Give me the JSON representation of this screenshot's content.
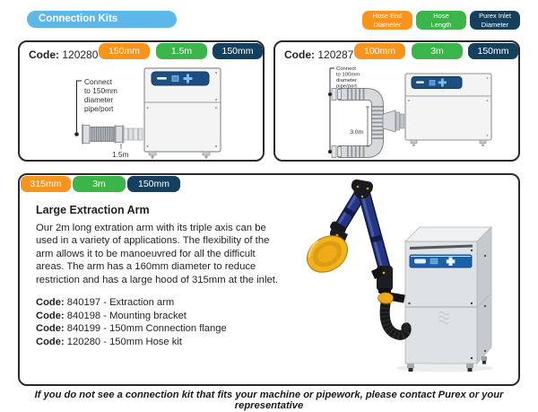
{
  "header": {
    "title": "Connection Kits",
    "legend": [
      {
        "line1": "Hose End",
        "line2": "Diameter"
      },
      {
        "line1": "Hose",
        "line2": "Length"
      },
      {
        "line1": "Purex Inlet",
        "line2": "Diameter"
      }
    ]
  },
  "colors": {
    "orange": "#F7941E",
    "green": "#3BB54A",
    "navy": "#14405E",
    "light_blue": "#5CB8E8",
    "panel_blue": "#1D4E7F",
    "arm_blue": "#26357F",
    "hood_yellow": "#F2B11F"
  },
  "kits": [
    {
      "code_label": "Code:",
      "code_value": "120280",
      "badges": {
        "hose_end": "150mm",
        "length": "1.5m",
        "inlet": "150mm"
      },
      "note_lines": [
        "Connect",
        "to 150mm",
        "diameter",
        "pipe/port"
      ],
      "length_label": "1.5m"
    },
    {
      "code_label": "Code:",
      "code_value": "120287",
      "badges": {
        "hose_end": "100mm",
        "length": "3m",
        "inlet": "150mm"
      },
      "note_lines": [
        "Connect",
        "to 100mm",
        "diameter",
        "pipe/port"
      ],
      "length_label": "3.0m"
    }
  ],
  "large_arm": {
    "badges": {
      "hose_end": "315mm",
      "length": "3m",
      "inlet": "150mm"
    },
    "heading": "Large Extraction Arm",
    "description": "Our 2m long extration arm with its triple axis can be used in a variety of applications. The flexibility of the arm allows it to be manoeuvred for all the difficult areas. The arm has a 160mm diameter to reduce restriction and has a large hood of 315mm at the inlet.",
    "codes": [
      {
        "label": "Code:",
        "text": " 840197 - Extraction arm"
      },
      {
        "label": "Code:",
        "text": " 840198 - Mounting bracket"
      },
      {
        "label": "Code:",
        "text": " 840199 - 150mm Connection flange"
      },
      {
        "label": "Code:",
        "text": " 120280 - 150mm Hose kit"
      }
    ]
  },
  "footer": {
    "note": "If you do not see a connection kit that fits your machine or pipework, please contact Purex or your representative"
  }
}
